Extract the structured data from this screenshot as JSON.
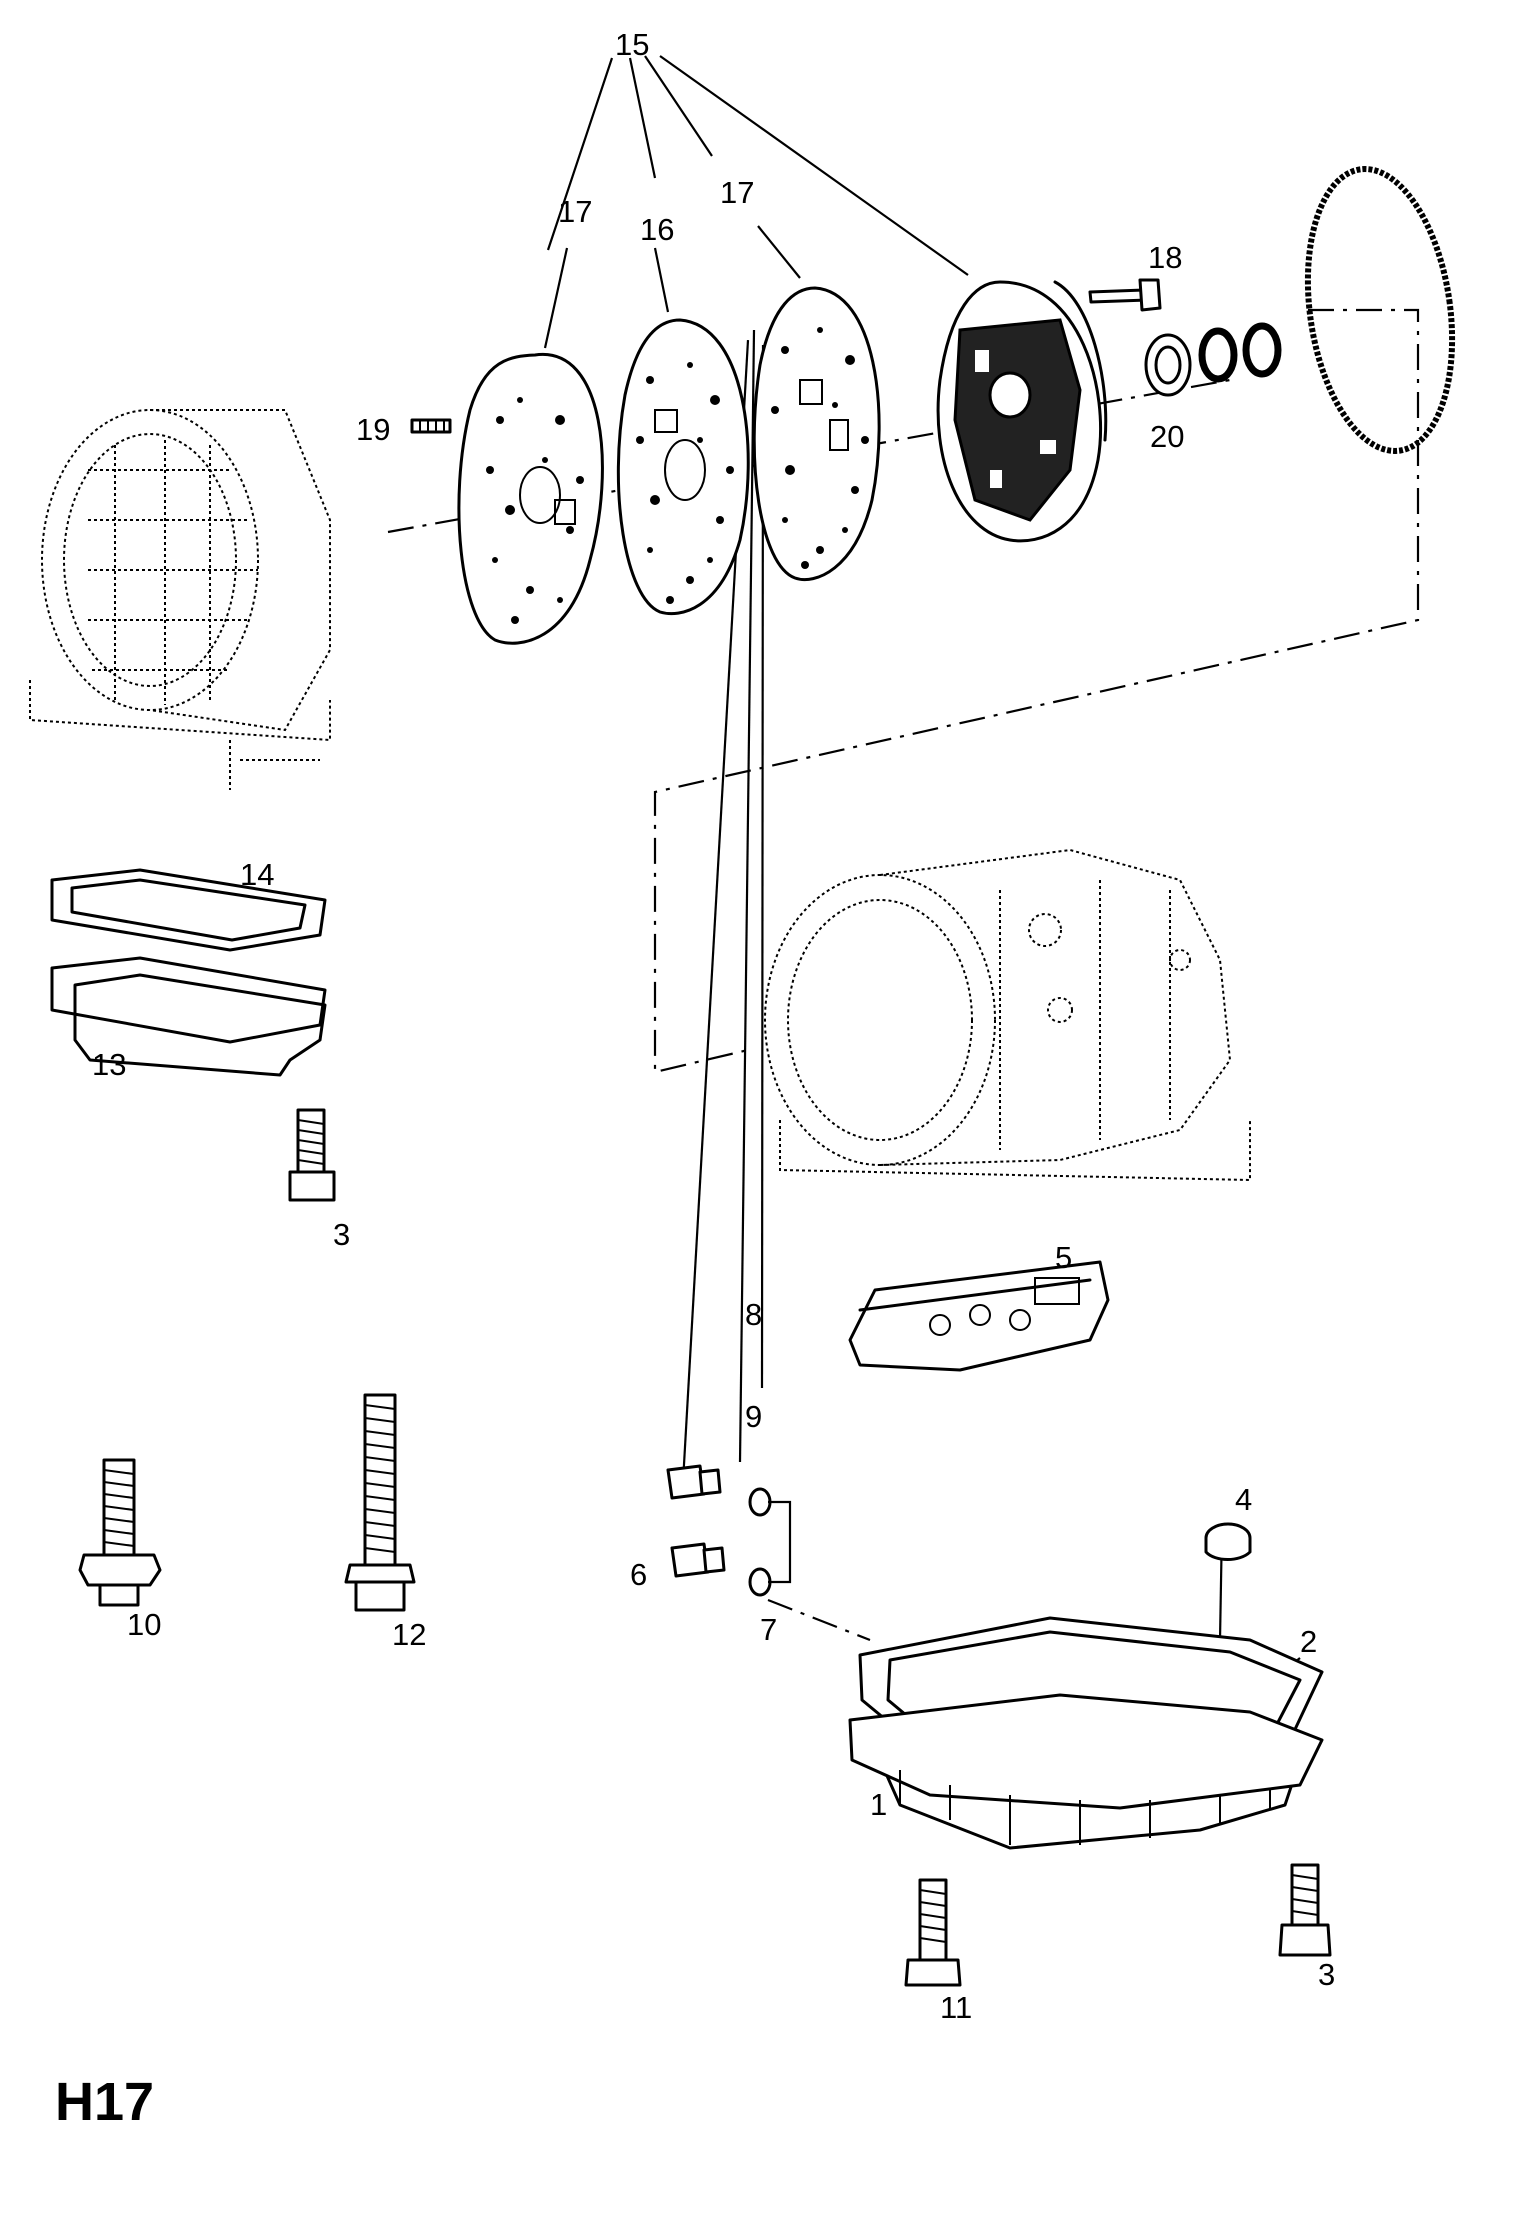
{
  "diagram": {
    "page_code": "H17",
    "callouts": [
      {
        "id": "c15",
        "text": "15"
      },
      {
        "id": "c17a",
        "text": "17"
      },
      {
        "id": "c16",
        "text": "16"
      },
      {
        "id": "c17b",
        "text": "17"
      },
      {
        "id": "c18",
        "text": "18"
      },
      {
        "id": "c19",
        "text": "19"
      },
      {
        "id": "c20",
        "text": "20"
      },
      {
        "id": "c14",
        "text": "14"
      },
      {
        "id": "c13",
        "text": "13"
      },
      {
        "id": "c3a",
        "text": "3"
      },
      {
        "id": "c5",
        "text": "5"
      },
      {
        "id": "c8",
        "text": "8"
      },
      {
        "id": "c9",
        "text": "9"
      },
      {
        "id": "c4",
        "text": "4"
      },
      {
        "id": "c6",
        "text": "6"
      },
      {
        "id": "c7",
        "text": "7"
      },
      {
        "id": "c2",
        "text": "2"
      },
      {
        "id": "c1",
        "text": "1"
      },
      {
        "id": "c10",
        "text": "10"
      },
      {
        "id": "c12",
        "text": "12"
      },
      {
        "id": "c11",
        "text": "11"
      },
      {
        "id": "c3b",
        "text": "3"
      }
    ]
  }
}
